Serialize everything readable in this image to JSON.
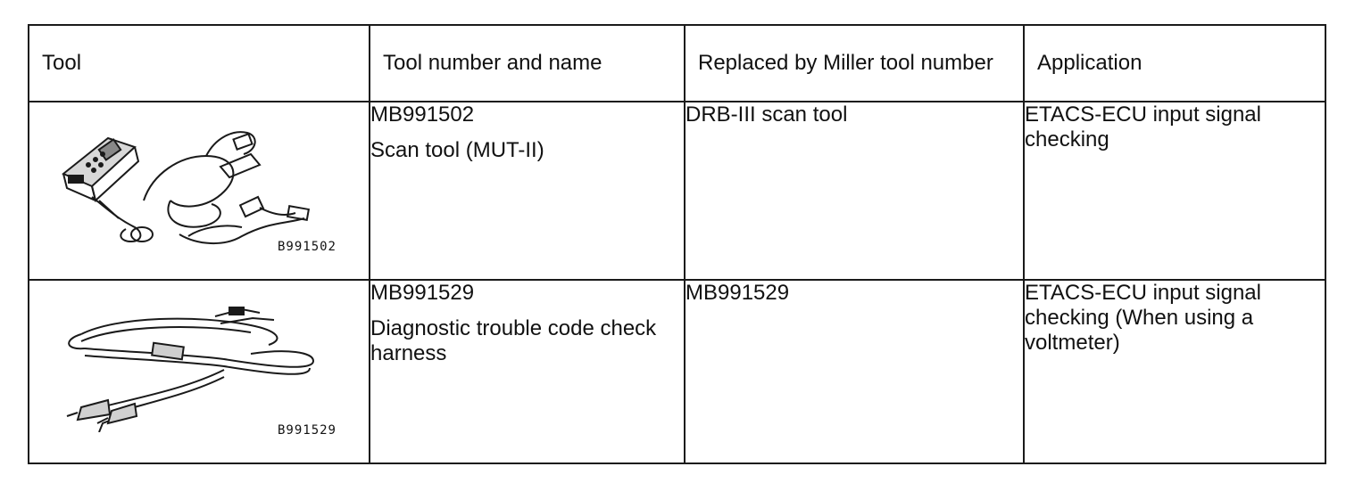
{
  "table": {
    "headers": {
      "tool": "Tool",
      "tool_number_name": "Tool number and name",
      "replaced_by": "Replaced by Miller tool number",
      "application": "Application"
    },
    "rows": [
      {
        "image_code": "B991502",
        "image_icon": "scan-tool-mut-ii-illustration",
        "tool_number": "MB991502",
        "tool_name": "Scan tool (MUT-II)",
        "replaced_by": "DRB-III scan tool",
        "application": "ETACS-ECU input signal checking"
      },
      {
        "image_code": "B991529",
        "image_icon": "diagnostic-harness-illustration",
        "tool_number": "MB991529",
        "tool_name": "Diagnostic trouble code check harness",
        "replaced_by": "MB991529",
        "application": "ETACS-ECU input signal checking (When using a voltmeter)"
      }
    ]
  }
}
